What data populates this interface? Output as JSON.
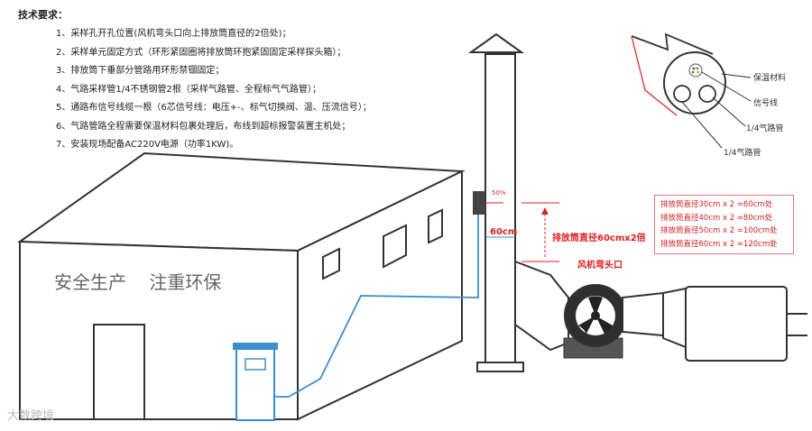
{
  "requirements": {
    "title": "技术要求：",
    "items": [
      "1、采样孔开孔位置(风机弯头口向上排放筒直径的2倍处)；",
      "2、采样单元固定方式（环形紧固圈将排放筒环抱紧固固定采样探头箱）；",
      "3、排放筒下垂部分管路用环形禁锢固定；",
      "4、气路采样管1/4不锈钢管2根（采样气路管、全程标气气路管）；",
      "5、通路布信号线缆一根（6芯信号线：电压+-、标气切换阀、温、压流信号）；",
      "6、气路管路全程需要保温材料包裹处理后，布线到超标报警装置主机处；",
      "7、安装现场配备AC220V电源（功率1KW)。"
    ]
  },
  "building": {
    "slogan": "安全生产    注重环保"
  },
  "stack": {
    "box_label": "50%",
    "diameter_label": "60cm",
    "height_label": "排放筒直径60cmx2倍",
    "elbow_label": "风机弯头口"
  },
  "cable": {
    "labels": [
      "保温材料",
      "信号线",
      "1/4气路管",
      "1/4气路管"
    ]
  },
  "calc_box": {
    "lines": [
      "排放筒直径30cm x 2 =60cm处",
      "排放筒直径40cm x 2 =80cm处",
      "排放筒直径50cm x 2 =100cm处",
      "排放筒直径60cm x 2 =120cm处"
    ]
  },
  "watermark": "大数跨境",
  "colors": {
    "accent_red": "#e02020",
    "cable_blue": "#3a8fd0",
    "line": "#333333"
  }
}
